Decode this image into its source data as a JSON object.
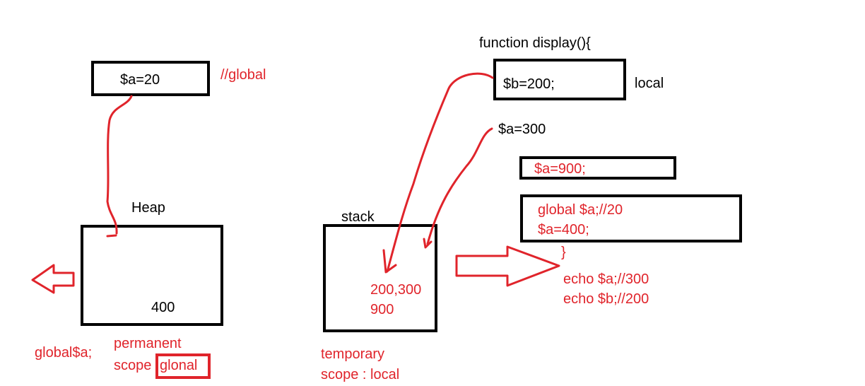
{
  "global_box": {
    "text": "$a=20",
    "comment": "//global"
  },
  "heap": {
    "label": "Heap",
    "value": "400"
  },
  "left_notes": {
    "global_decl": "global$a;",
    "permanent": "permanent",
    "scope_prefix": "scope",
    "scope_word": "glonal"
  },
  "stack": {
    "label": "stack",
    "line1": "200,300",
    "line2": "900"
  },
  "stack_notes": {
    "line1": "temporary",
    "line2": "scope : local"
  },
  "function": {
    "header": "function display(){",
    "b_box": "$b=200;",
    "local_label": "local",
    "a300": "$a=300",
    "a900_box": "$a=900;",
    "global_box_line1": "global $a;//20",
    "global_box_line2": "$a=400;",
    "closing": "}",
    "echo1": "echo $a;//300",
    "echo2": "echo $b;//200"
  },
  "colors": {
    "ink": "#000000",
    "annotation": "#e0242b"
  }
}
